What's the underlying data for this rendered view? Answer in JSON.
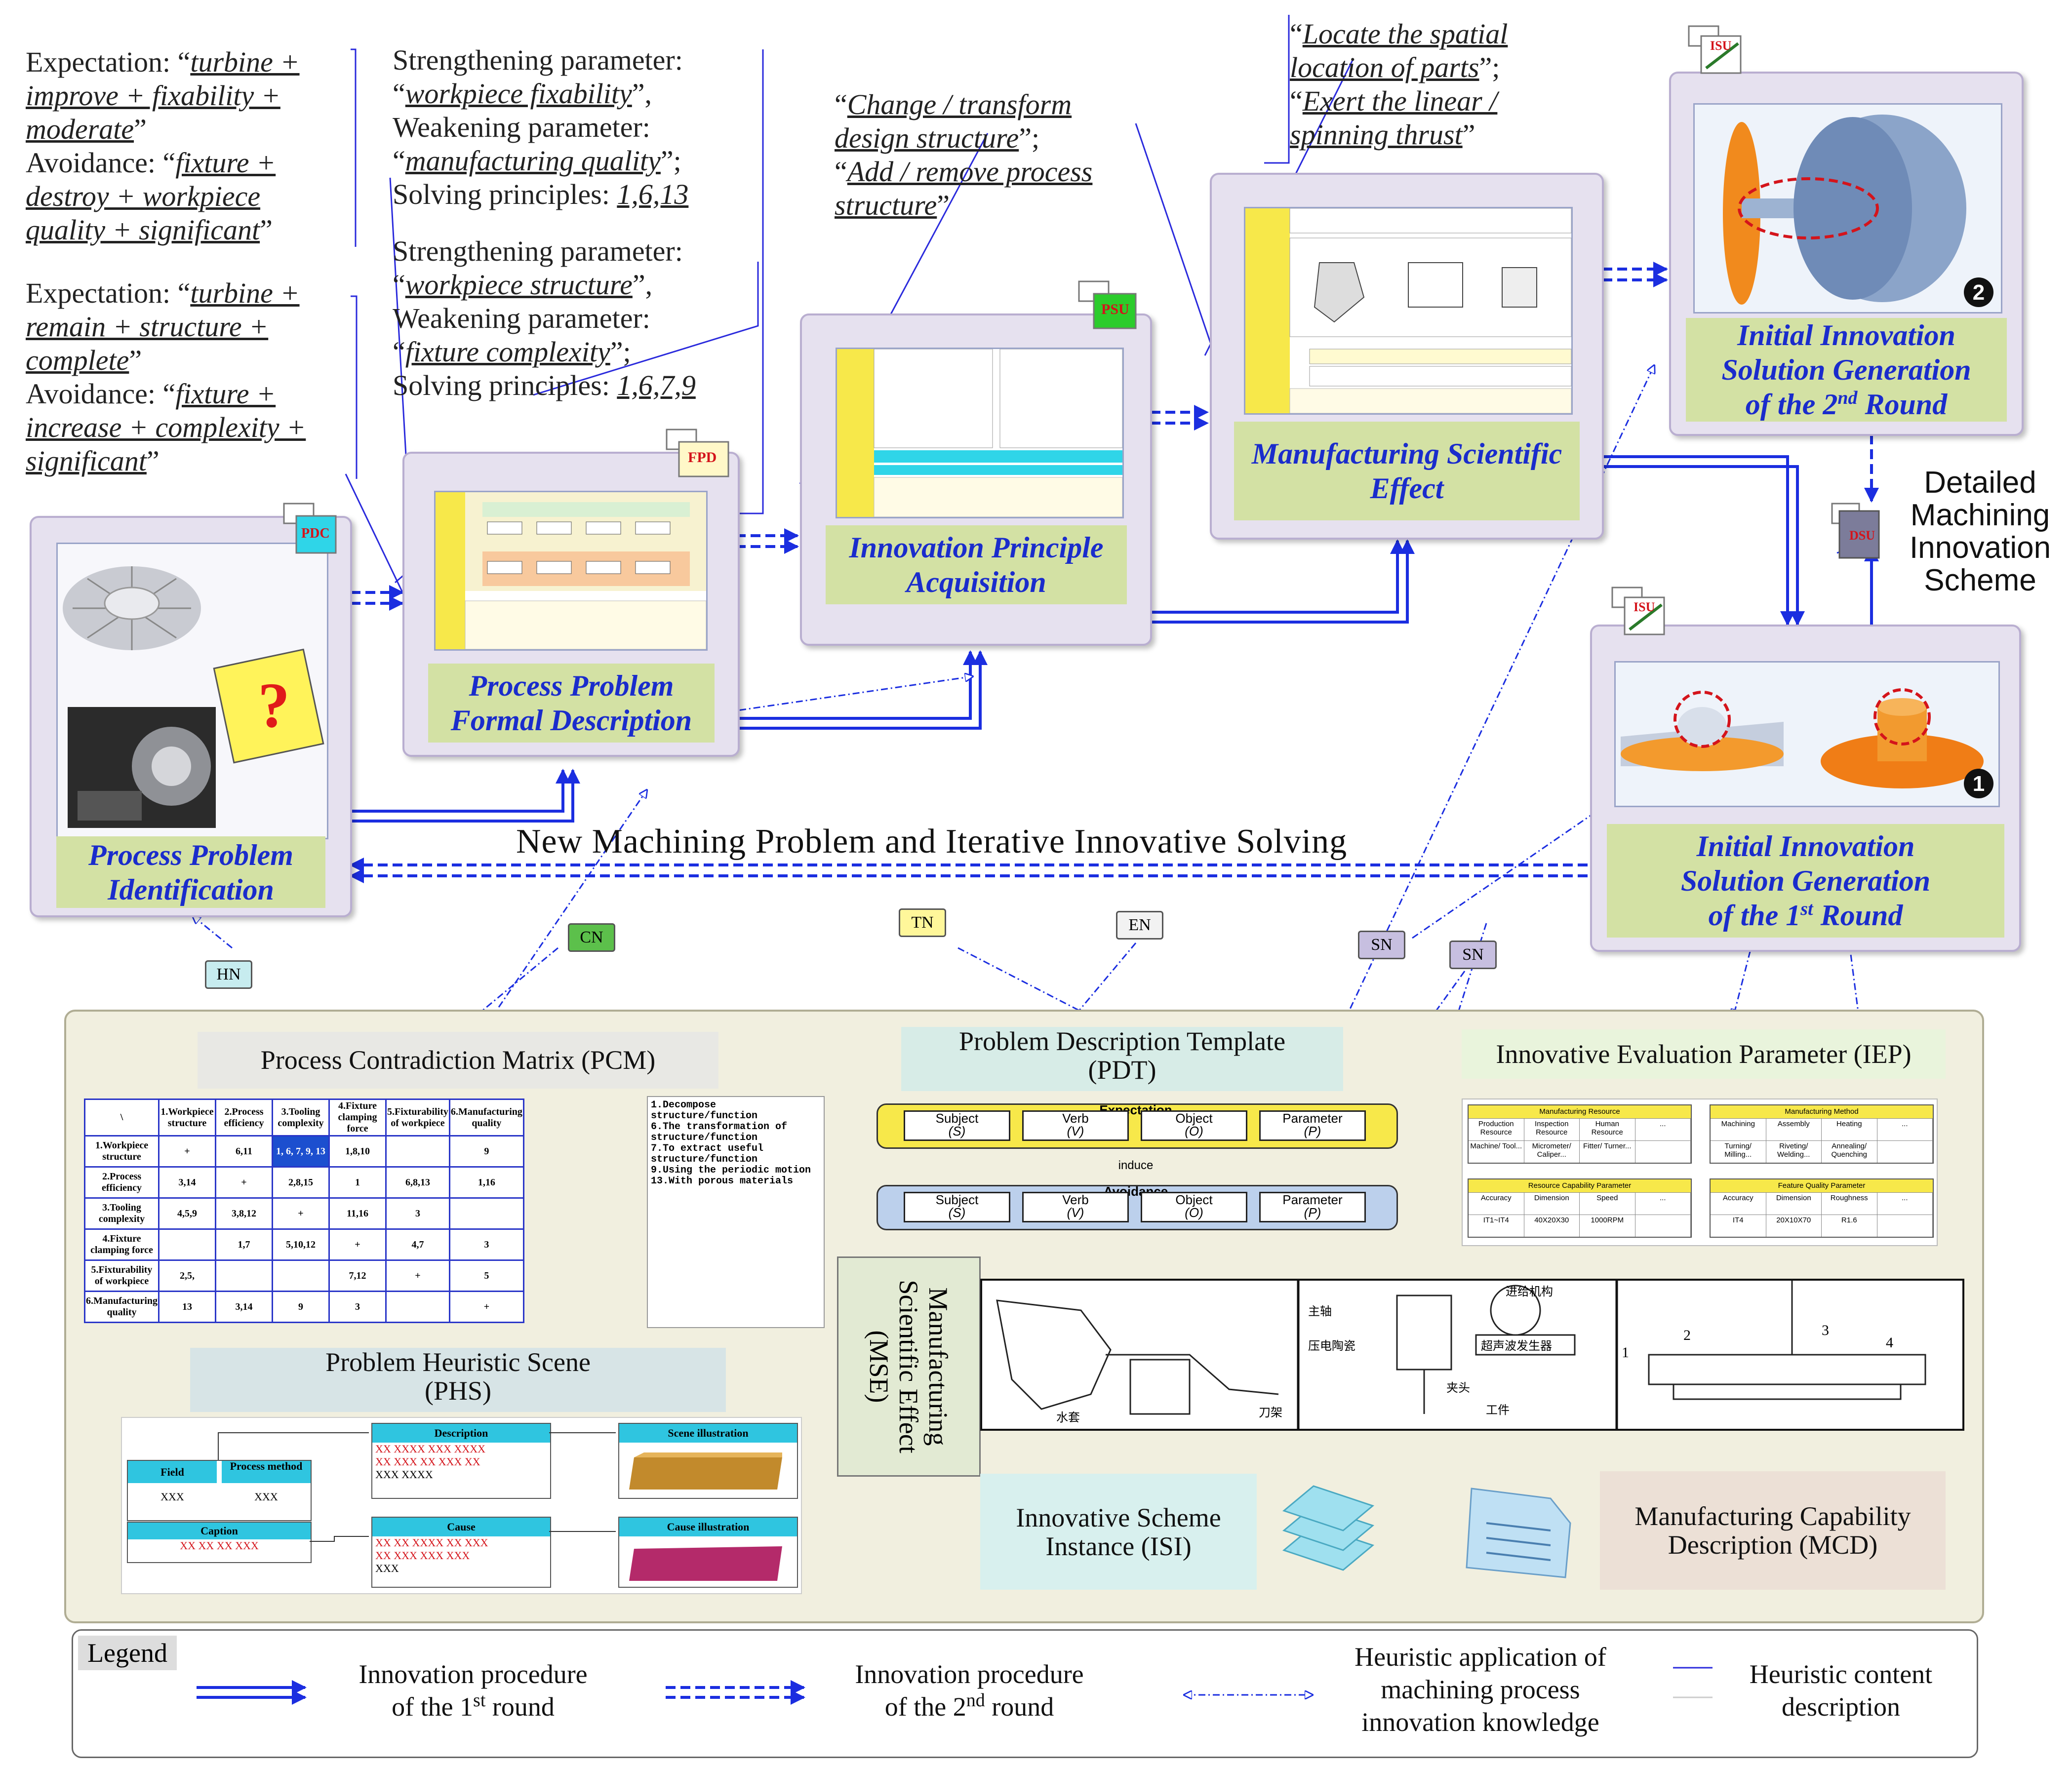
{
  "notes": {
    "expect1_prefix": "Expectation: “",
    "expect1_l1": "turbine +",
    "expect1_l2": "improve + fixability +",
    "expect1_l3": "moderate",
    "avoid1_prefix": "Avoidance: “",
    "avoid1_l1": "fixture +",
    "avoid1_l2": "destroy + workpiece",
    "avoid1_l3": "quality + significant",
    "expect2_l1": "turbine +",
    "expect2_l2": "remain + structure +",
    "expect2_l3": "complete",
    "avoid2_l1": "fixture +",
    "avoid2_l2": "increase + complexity +",
    "avoid2_l3": "significant",
    "strength_label": "Strengthening parameter:",
    "weak_label": "Weakening parameter:",
    "solving_label": "Solving principles:",
    "s1_param": "workpiece fixability",
    "w1_param": "manufacturing quality",
    "p1_values": "1,6,13",
    "s2_param": "workpiece structure",
    "w2_param": "fixture complexity",
    "p2_values": "1,6,7,9",
    "change_l1": "Change / transform",
    "change_l2": "design structure",
    "add_l1": "Add / remove process",
    "add_l2": "structure",
    "locate_l1": "Locate the spatial",
    "locate_l2": "location of parts",
    "exert_l1": "Exert the linear /",
    "exert_l2": "spinning thrust"
  },
  "stages": {
    "identification": "Process Problem Identification",
    "formal_description": "Process Problem Formal Description",
    "principle_acquisition": "Innovation Principle Acquisition",
    "scientific_effect": "Manufacturing Scientific Effect",
    "round2_l1": "Initial Innovation",
    "round2_l2": "Solution Generation",
    "round2_l3": "of the 2",
    "round2_sup": "nd",
    "round2_l3b": " Round",
    "round1_l1": "Initial Innovation",
    "round1_l2": "Solution Generation",
    "round1_l3": "of the 1",
    "round1_sup": "st",
    "round1_l3b": " Round"
  },
  "doc_tags": {
    "pdc": "PDC",
    "fpd": "FPD",
    "psu": "PSU",
    "isu2": "ISU",
    "isu1": "ISU",
    "dsu": "DSU"
  },
  "badges": {
    "round2": "2",
    "round1": "1"
  },
  "detailed_scheme": [
    "Detailed",
    "Machining",
    "Innovation",
    "Scheme"
  ],
  "iterative_heading": "New Machining Problem and Iterative Innovative Solving",
  "nodes": {
    "hn": "HN",
    "cn": "CN",
    "tn": "TN",
    "en": "EN",
    "sn1": "SN",
    "sn2": "SN"
  },
  "knowledge": {
    "pcm": "Process Contradiction Matrix (PCM)",
    "pdt_l1": "Problem Description Template",
    "pdt_l2": "(PDT)",
    "iep": "Innovative Evaluation Parameter (IEP)",
    "phs_l1": "Problem Heuristic Scene",
    "phs_l2": "(PHS)",
    "mse": "Manufacturing Scientific Effect (MSE)",
    "isi_l1": "Innovative Scheme",
    "isi_l2": "Instance (ISI)",
    "mcd_l1": "Manufacturing Capability",
    "mcd_l2": "Description (MCD)"
  },
  "pcm_table": {
    "headers": [
      "\\",
      "1.Workpiece structure",
      "2.Process efficiency",
      "3.Tooling complexity",
      "4.Fixture clamping force",
      "5.Fixturability of workpiece",
      "6.Manufacturing quality"
    ],
    "rows": [
      [
        "1.Workpiece structure",
        "+",
        "6,11",
        "1, 6, 7, 9, 13",
        "1,8,10",
        "",
        "9"
      ],
      [
        "2.Process efficiency",
        "3,14",
        "+",
        "2,8,15",
        "1",
        "6,8,13",
        "1,16"
      ],
      [
        "3.Tooling complexity",
        "4,5,9",
        "3,8,12",
        "+",
        "11,16",
        "3",
        ""
      ],
      [
        "4.Fixture clamping force",
        "",
        "1,7",
        "5,10,12",
        "+",
        "4,7",
        "3"
      ],
      [
        "5.Fixturability of workpiece",
        "2,5,",
        "",
        "",
        "7,12",
        "+",
        "5"
      ],
      [
        "6.Manufacturing quality",
        "13",
        "3,14",
        "9",
        "3",
        "",
        "+"
      ]
    ],
    "principles": [
      "1.Decompose structure/function",
      "6.The transformation of structure/function",
      "7.To extract useful structure/function",
      "9.Using the periodic motion",
      "13.With porous materials"
    ]
  },
  "pdt_diagram": {
    "expectation": "Expectation",
    "avoidance": "Avoidance",
    "induce": "induce",
    "boxes": [
      {
        "name": "Subject",
        "abbr": "(S)"
      },
      {
        "name": "Verb",
        "abbr": "(V)"
      },
      {
        "name": "Object",
        "abbr": "(O)"
      },
      {
        "name": "Parameter",
        "abbr": "(P)"
      }
    ]
  },
  "iep_diagram": {
    "resource_title": "Manufacturing Resource",
    "resource_cols": [
      "Production Resource",
      "Inspection Resource",
      "Human Resource",
      "..."
    ],
    "resource_vals": [
      "Machine/ Tool...",
      "Micrometer/ Caliper...",
      "Fitter/ Turner...",
      ""
    ],
    "method_title": "Manufacturing Method",
    "method_cols": [
      "Machining",
      "Assembly",
      "Heating",
      "..."
    ],
    "method_vals": [
      "Turning/ Milling...",
      "Riveting/ Welding...",
      "Annealing/ Quenching",
      ""
    ],
    "capability_title": "Resource Capability Parameter",
    "capability_cols": [
      "Accuracy",
      "Dimension",
      "Speed",
      "..."
    ],
    "capability_vals": [
      "IT1~IT4",
      "40X20X30",
      "1000RPM",
      ""
    ],
    "feature_title": "Feature Quality Parameter",
    "feature_cols": [
      "Accuracy",
      "Dimension",
      "Roughness",
      "..."
    ],
    "feature_vals": [
      "IT4",
      "20X10X70",
      "R1.6",
      ""
    ]
  },
  "phs_diagram": {
    "field": "Field",
    "process_method": "Process method",
    "field_val": "XXX",
    "method_val": "XXX",
    "caption": "Caption",
    "caption_val": "XX XX XX XXX",
    "description": "Description",
    "desc_lines": [
      "XX XXXX XXX XXXX",
      "XX XXX XX XXX XX",
      "XXX XXXX"
    ],
    "scene": "Scene illustration",
    "cause": "Cause",
    "cause_lines": [
      "XX XX XXXX XX XXX",
      "XX XXX XXX XXX",
      "XXX"
    ],
    "cause_illus": "Cause illustration"
  },
  "mse_drawings": {
    "fig2_labels": [
      "主轴",
      "进给机构",
      "压电陶瓷",
      "超声波发生器",
      "夹头",
      "工件"
    ],
    "fig1_labels": [
      "水套",
      "刀架"
    ],
    "fig3_labels": [
      "1",
      "2",
      "3",
      "4"
    ]
  },
  "legend": {
    "title": "Legend",
    "r1_l1": "Innovation procedure",
    "r1_l2": "of the 1",
    "r1_sup": "st",
    "r1_l2b": " round",
    "r2_l1": "Innovation procedure",
    "r2_l2": "of the 2",
    "r2_sup": "nd",
    "r2_l2b": " round",
    "heur_l1": "Heuristic application of",
    "heur_l2": "machining process",
    "heur_l3": "innovation knowledge",
    "content_l1": "Heuristic content",
    "content_l2": "description"
  },
  "colors": {
    "round1_arrow": "#1b2ee0",
    "label_bg": "#d3e1a4",
    "label_text": "#1a2ccc",
    "stage_bg": "#e6e1ef"
  }
}
